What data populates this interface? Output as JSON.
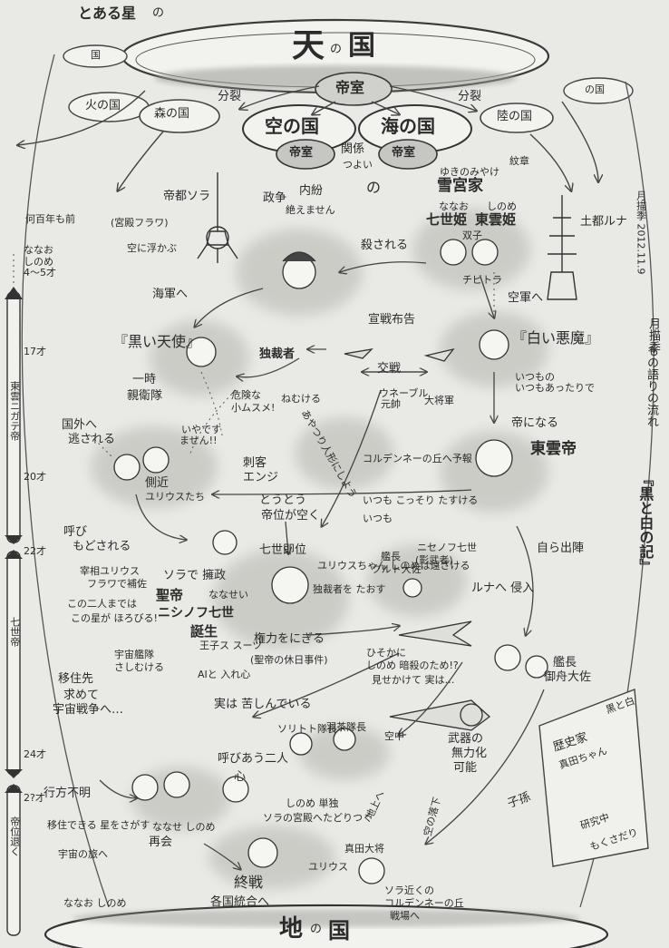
{
  "header": {
    "title_prefix": "とある星",
    "title_no": "の",
    "heaven_big": "天",
    "heaven_no": "の",
    "heaven_country": "国",
    "imperial": "帝室"
  },
  "top_nations": {
    "small_left": "国",
    "fire": "火の国",
    "forest": "森の国",
    "split_left": "分裂",
    "sky": "空の国",
    "sea": "海の国",
    "sky_imperial": "帝室",
    "sea_imperial": "帝室",
    "relation": "関係",
    "relation_strong": "つよい",
    "no": "の",
    "split_right": "分裂",
    "land": "陸の国",
    "small_right": "の国"
  },
  "upper": {
    "years_ago": "何百年も前",
    "capital_sora": "帝都ソラ",
    "capital_sora_sub": "(宮殿フラワ)",
    "floating": "空に浮かぶ",
    "war": "政争",
    "internal": "内紛",
    "never_ends": "絶えません",
    "yukimiya_reading": "ゆきのみやけ",
    "yukimiya": "雪宮家",
    "crest": "紋章",
    "capital_luna": "土都ルナ",
    "nanao_reading": "ななお",
    "shinome_reading": "しのめ",
    "nanase_hime": "七世姫",
    "touun_hime": "東雲姫",
    "twins": "双子",
    "killed": "殺される",
    "chibi": "チビトラ",
    "sideways": "月描季 2012.11.9"
  },
  "middle": {
    "to_navy": "海軍へ",
    "to_airforce": "空軍へ",
    "black_angel": "『黒い天使』",
    "white_devil": "『白い悪魔』",
    "declaration": "宣戦布告",
    "exchange": "交戦",
    "dictator": "独裁者",
    "temporary": "一時",
    "guard": "親衛隊",
    "danger": "危険な",
    "dangerous_sub": "小ムスメ!",
    "hated": "ねむける",
    "doll": "あやつり人形にしよう",
    "wenerble": "ウネーブル",
    "former": "元帥",
    "commander": "大将軍",
    "hill_hope": "コルデンネーの丘へ予報",
    "as_always": "いつもの",
    "moves": "いつもあったりで",
    "becomes_emperor": "帝になる",
    "touun_emperor": "東雲帝",
    "abroad": "国外へ",
    "escape": "逃される",
    "wont": "いやです",
    "wont2": "ません!!",
    "close_aide": "側近",
    "yuriusu": "ユリウスたち",
    "assassin": "刺客",
    "enji": "エンジ",
    "finally": "とうとう",
    "throne_empty": "帝位が空く",
    "always_help": "いつも こっそり たすける",
    "always2": "いつも",
    "called_back": "呼び",
    "returned": "もどされる"
  },
  "side_timeline": {
    "nanao_shinome": "ななお しのめ 4〜5才",
    "age17": "17才",
    "age20": "20才",
    "age22": "22才",
    "age24": "24才",
    "age_last": "2?才",
    "period1": "東雲ニガテ帝",
    "period2": "七世帝",
    "period3": "帝位退く"
  },
  "lower": {
    "prime_minister": "宰相ユリウス",
    "flower_support": "フラワで補佐",
    "sora_marry": "ソラで 擁政",
    "holy_emperor": "聖帝",
    "nanase_reading": "ななせい",
    "nishino_nanase": "ニシノフ七世",
    "birth": "誕生",
    "nanase_accession": "七世即位",
    "yuriusu_chan": "ユリウスちゃん しのめは遠ざける",
    "dictator_become": "独裁者を たおす",
    "nishino_7": "ニセノフ七世",
    "shadow": "(影武者)",
    "fleet_commander": "艦長",
    "kurt": "クルト大佐",
    "invade_luna": "ルナへ 侵入",
    "sortie": "自ら出陣",
    "until_then": "この二人までは",
    "star_falls": "この星が ほろびる!",
    "space_fleet": "宇宙艦隊",
    "ship_note": "さしむける",
    "king_suit": "王子ス スーツ",
    "ai_kiss": "AIと 入れ心",
    "grasp_power": "権力をにぎる",
    "holy_vacation": "(聖帝の休日事件)",
    "secret": "ひそかに",
    "shinome_assassin": "しのめ 暗殺のため!?",
    "seems": "見せかけて 実は…",
    "actually_suffer": "実は 苦しんでいる",
    "emigrate": "移住先",
    "seek": "求めて",
    "space_war": "宇宙戦争へ…",
    "captain": "艦長",
    "mifune": "御舟大佐",
    "soritos": "ソリトト隊長",
    "hanemaru": "羽茶隊長",
    "sky": "空中",
    "weapon": "武器の",
    "disable": "無力化",
    "possible": "可能",
    "two_call": "呼びあう二人",
    "heart": "心",
    "nanase_shinome": "ななせ しのめ",
    "reunion": "再会",
    "shinome_solo": "しのめ 単独",
    "to_palace": "ソラの宮殿へたどりつく",
    "missing": "行方不明",
    "seek_home": "移住できる 星をさがす",
    "space_journey": "宇宙の旅へ",
    "yuriusu2": "ユリウス",
    "mada_admiral": "真田大将",
    "sora_near": "ソラ近くの",
    "hill_battle": "コルデンネーの丘",
    "battlefield": "戦場へ",
    "end_war": "終戦",
    "unify": "各国統合へ",
    "to_ground": "地上へ",
    "fall_sky": "空の落下",
    "descendant": "子孫",
    "history": "歴史家",
    "mada_chan": "真田ちゃん",
    "researching": "研究中",
    "black_white": "黒と白",
    "story": "もくさだり",
    "nanao_shinome_bottom": "ななお しのめ",
    "earth_big": "地",
    "earth_no": "の",
    "earth_country": "国"
  },
  "right_vertical": {
    "title": "『黒と白の記』",
    "subtitle": "もの語りの流れ",
    "author": "月描季"
  }
}
